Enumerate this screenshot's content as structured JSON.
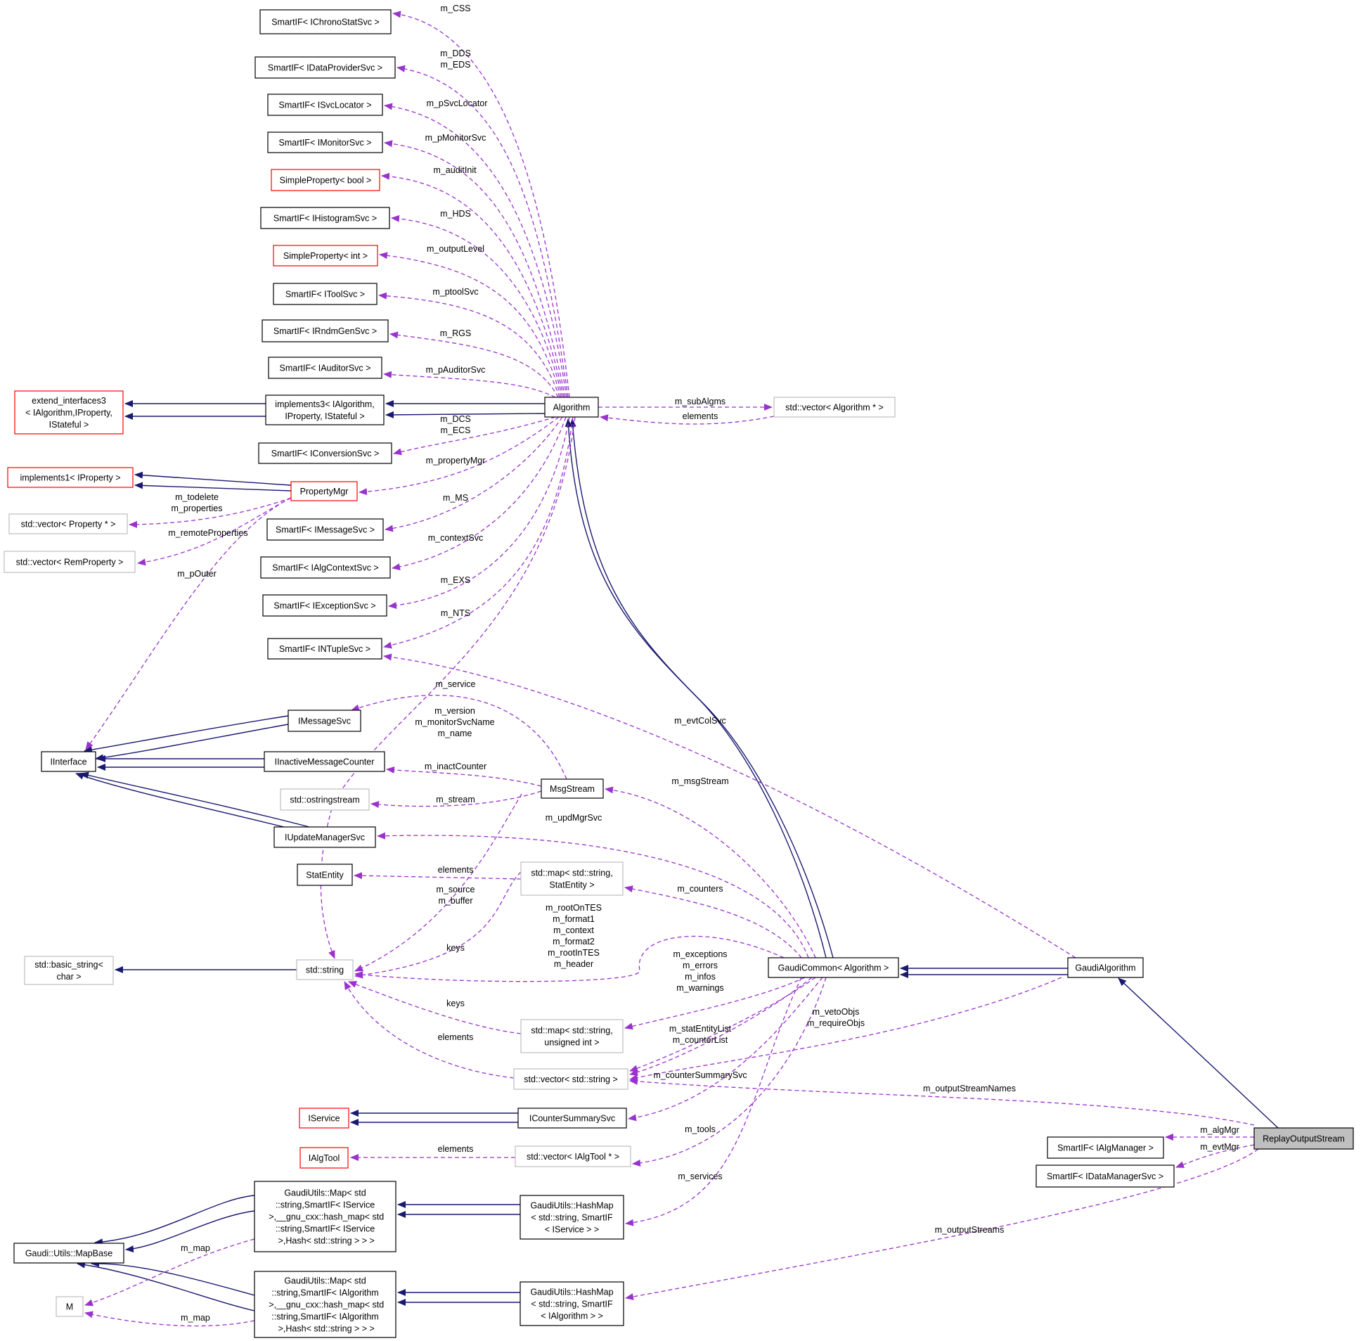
{
  "colors": {
    "inheritance": "#191970",
    "usage": "#9a32cd",
    "node_border_black": "#000000",
    "node_border_red": "#ff0000",
    "node_border_gray": "#bfbfbf",
    "focus_fill": "#bfbfbf"
  },
  "nodes": {
    "chrono": {
      "text": [
        "SmartIF< IChronoStatSvc >"
      ],
      "border": "black"
    },
    "dataprov": {
      "text": [
        "SmartIF< IDataProviderSvc >"
      ],
      "border": "black"
    },
    "svcloc": {
      "text": [
        "SmartIF< ISvcLocator >"
      ],
      "border": "black"
    },
    "monitor": {
      "text": [
        "SmartIF< IMonitorSvc >"
      ],
      "border": "black"
    },
    "spbool": {
      "text": [
        "SimpleProperty< bool >"
      ],
      "border": "red"
    },
    "histo": {
      "text": [
        "SmartIF< IHistogramSvc >"
      ],
      "border": "black"
    },
    "spint": {
      "text": [
        "SimpleProperty< int >"
      ],
      "border": "red"
    },
    "toolsvc": {
      "text": [
        "SmartIF< IToolSvc >"
      ],
      "border": "black"
    },
    "rndm": {
      "text": [
        "SmartIF< IRndmGenSvc >"
      ],
      "border": "black"
    },
    "auditor": {
      "text": [
        "SmartIF< IAuditorSvc >"
      ],
      "border": "black"
    },
    "extend3": {
      "text": [
        "extend_interfaces3",
        "< IAlgorithm,IProperty,",
        "IStateful >"
      ],
      "border": "red"
    },
    "impl3": {
      "text": [
        "implements3< IAlgorithm,",
        "IProperty, IStateful >"
      ],
      "border": "black"
    },
    "algorithm": {
      "text": [
        "Algorithm"
      ],
      "border": "black"
    },
    "vecalg": {
      "text": [
        "std::vector< Algorithm * >"
      ],
      "border": "gray"
    },
    "conv": {
      "text": [
        "SmartIF< IConversionSvc >"
      ],
      "border": "black"
    },
    "impl1": {
      "text": [
        "implements1< IProperty >"
      ],
      "border": "red"
    },
    "propmgr": {
      "text": [
        "PropertyMgr"
      ],
      "border": "red"
    },
    "vecprop": {
      "text": [
        "std::vector< Property * >"
      ],
      "border": "gray"
    },
    "vecremprop": {
      "text": [
        "std::vector< RemProperty >"
      ],
      "border": "gray"
    },
    "msgsvcif": {
      "text": [
        "SmartIF< IMessageSvc >"
      ],
      "border": "black"
    },
    "algctx": {
      "text": [
        "SmartIF< IAlgContextSvc >"
      ],
      "border": "black"
    },
    "excsvc": {
      "text": [
        "SmartIF< IExceptionSvc >"
      ],
      "border": "black"
    },
    "ntuple": {
      "text": [
        "SmartIF< INTupleSvc >"
      ],
      "border": "black"
    },
    "imsgsvc": {
      "text": [
        "IMessageSvc"
      ],
      "border": "black"
    },
    "iinterface": {
      "text": [
        "IInterface"
      ],
      "border": "black"
    },
    "inactive": {
      "text": [
        "IInactiveMessageCounter"
      ],
      "border": "black"
    },
    "ostream": {
      "text": [
        "std::ostringstream"
      ],
      "border": "gray"
    },
    "msgstream": {
      "text": [
        "MsgStream"
      ],
      "border": "black"
    },
    "iupdate": {
      "text": [
        "IUpdateManagerSvc"
      ],
      "border": "black"
    },
    "statentity": {
      "text": [
        "StatEntity"
      ],
      "border": "black"
    },
    "mapstat": {
      "text": [
        "std::map< std::string,",
        "StatEntity >"
      ],
      "border": "gray"
    },
    "basicstr": {
      "text": [
        "std::basic_string<",
        "char >"
      ],
      "border": "gray"
    },
    "stdstring": {
      "text": [
        "std::string"
      ],
      "border": "gray"
    },
    "gaudicommon": {
      "text": [
        "GaudiCommon< Algorithm >"
      ],
      "border": "black"
    },
    "gaudialg": {
      "text": [
        "GaudiAlgorithm"
      ],
      "border": "black"
    },
    "mapuint": {
      "text": [
        "std::map< std::string,",
        "unsigned int >"
      ],
      "border": "gray"
    },
    "vecstr": {
      "text": [
        "std::vector< std::string >"
      ],
      "border": "gray"
    },
    "iservice": {
      "text": [
        "IService"
      ],
      "border": "red"
    },
    "icounter": {
      "text": [
        "ICounterSummarySvc"
      ],
      "border": "black"
    },
    "ialgtool": {
      "text": [
        "IAlgTool"
      ],
      "border": "red"
    },
    "vectool": {
      "text": [
        "std::vector< IAlgTool * >"
      ],
      "border": "gray"
    },
    "algmgr": {
      "text": [
        "SmartIF< IAlgManager >"
      ],
      "border": "black"
    },
    "replay": {
      "text": [
        "ReplayOutputStream"
      ],
      "border": "black",
      "focus": true
    },
    "datamgr": {
      "text": [
        "SmartIF< IDataManagerSvc >"
      ],
      "border": "black"
    },
    "mapsvc": {
      "text": [
        "GaudiUtils::Map< std",
        "::string,SmartIF< IService",
        " >,__gnu_cxx::hash_map< std",
        "::string,SmartIF< IService",
        " >,Hash< std::string > > >"
      ],
      "border": "black"
    },
    "hashsvc": {
      "text": [
        "GaudiUtils::HashMap",
        "< std::string, SmartIF",
        "< IService > >"
      ],
      "border": "black"
    },
    "mapbase": {
      "text": [
        "Gaudi::Utils::MapBase"
      ],
      "border": "black"
    },
    "mnode": {
      "text": [
        "M"
      ],
      "border": "gray"
    },
    "mapalg": {
      "text": [
        "GaudiUtils::Map< std",
        "::string,SmartIF< IAlgorithm",
        " >,__gnu_cxx::hash_map< std",
        "::string,SmartIF< IAlgorithm",
        " >,Hash< std::string > > >"
      ],
      "border": "black"
    },
    "hashalg": {
      "text": [
        "GaudiUtils::HashMap",
        "< std::string, SmartIF",
        "< IAlgorithm > >"
      ],
      "border": "black"
    }
  },
  "edge_labels": {
    "m_CSS": [
      "m_CSS"
    ],
    "m_DDS": [
      "m_DDS",
      "m_EDS"
    ],
    "m_pSvcLocator": [
      "m_pSvcLocator"
    ],
    "m_pMonitorSvc": [
      "m_pMonitorSvc"
    ],
    "m_auditInit": [
      "m_auditInit"
    ],
    "m_HDS": [
      "m_HDS"
    ],
    "m_outputLevel": [
      "m_outputLevel"
    ],
    "m_ptoolSvc": [
      "m_ptoolSvc"
    ],
    "m_RGS": [
      "m_RGS"
    ],
    "m_pAuditorSvc": [
      "m_pAuditorSvc"
    ],
    "m_subAlgms": [
      "m_subAlgms"
    ],
    "vec_elements": [
      "elements"
    ],
    "m_DCS": [
      "m_DCS",
      "m_ECS"
    ],
    "m_propertyMgr": [
      "m_propertyMgr"
    ],
    "m_todelete": [
      "m_todelete",
      "m_properties"
    ],
    "m_MS": [
      "m_MS"
    ],
    "m_remoteProperties": [
      "m_remoteProperties"
    ],
    "m_contextSvc": [
      "m_contextSvc"
    ],
    "m_pOuter": [
      "m_pOuter"
    ],
    "m_EXS": [
      "m_EXS"
    ],
    "m_NTS": [
      "m_NTS"
    ],
    "m_service": [
      "m_service"
    ],
    "m_version": [
      "m_version",
      "m_monitorSvcName",
      "m_name"
    ],
    "m_evtColSvc": [
      "m_evtColSvc"
    ],
    "m_inactCounter": [
      "m_inactCounter"
    ],
    "m_stream": [
      "m_stream"
    ],
    "m_msgStream": [
      "m_msgStream"
    ],
    "m_updMgrSvc": [
      "m_updMgrSvc"
    ],
    "stat_elements": [
      "elements"
    ],
    "m_source": [
      "m_source",
      "m_buffer"
    ],
    "m_counters": [
      "m_counters"
    ],
    "m_rootOnTES": [
      "m_rootOnTES",
      "m_format1",
      "m_context",
      "m_format2",
      "m_rootInTES",
      "m_header"
    ],
    "keys1": [
      "keys"
    ],
    "m_exceptions": [
      "m_exceptions",
      "m_errors",
      "m_infos",
      "m_warnings"
    ],
    "keys2": [
      "keys"
    ],
    "m_vetoObjs": [
      "m_vetoObjs",
      "m_requireObjs"
    ],
    "str_elements": [
      "elements"
    ],
    "m_statEntityList": [
      "m_statEntityList",
      "m_counterList"
    ],
    "m_counterSummarySvc": [
      "m_counterSummarySvc"
    ],
    "m_outputStreamNames": [
      "m_outputStreamNames"
    ],
    "m_algMgr": [
      "m_algMgr"
    ],
    "m_tools": [
      "m_tools"
    ],
    "tool_elements": [
      "elements"
    ],
    "m_evtMgr": [
      "m_evtMgr"
    ],
    "m_services": [
      "m_services"
    ],
    "m_map1": [
      "m_map"
    ],
    "m_outputStreams": [
      "m_outputStreams"
    ],
    "m_map2": [
      "m_map"
    ]
  }
}
